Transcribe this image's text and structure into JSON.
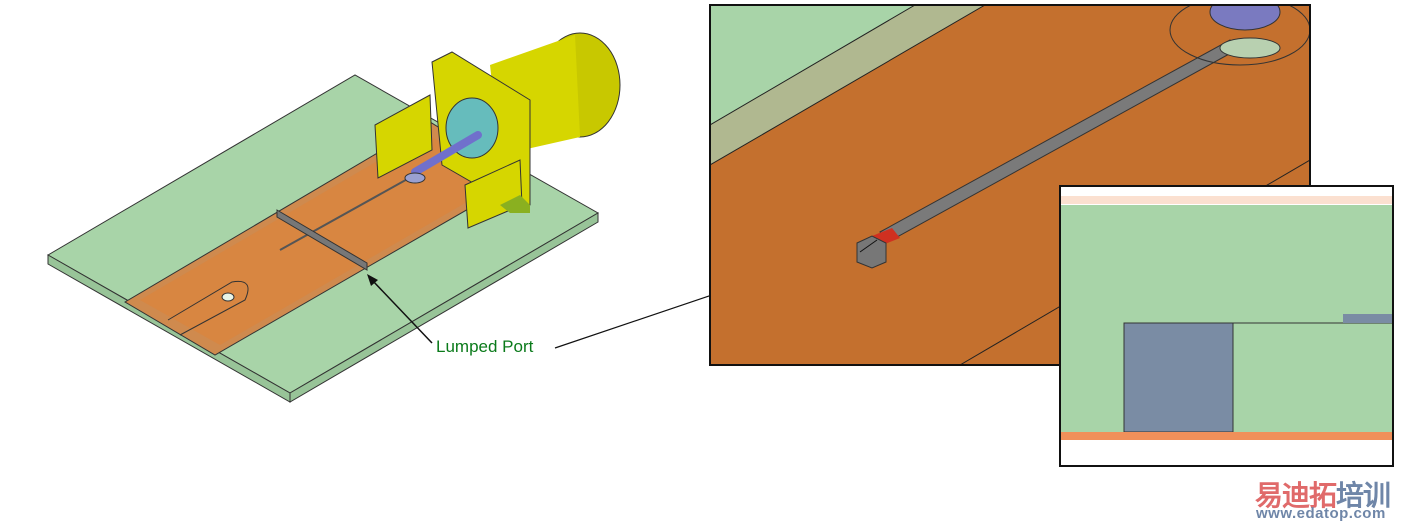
{
  "annotation": {
    "label": "Lumped Port"
  },
  "watermark": {
    "brand_red": "易迪拓",
    "brand_blue": "培训",
    "url": "www.edatop.com"
  },
  "colors": {
    "substrate": "#a8d4a8",
    "copper": "#c87432",
    "connector": "#d6d600",
    "pin": "#8c8ce0",
    "port": "#7a8ca4",
    "label": "#0a7a1a"
  }
}
